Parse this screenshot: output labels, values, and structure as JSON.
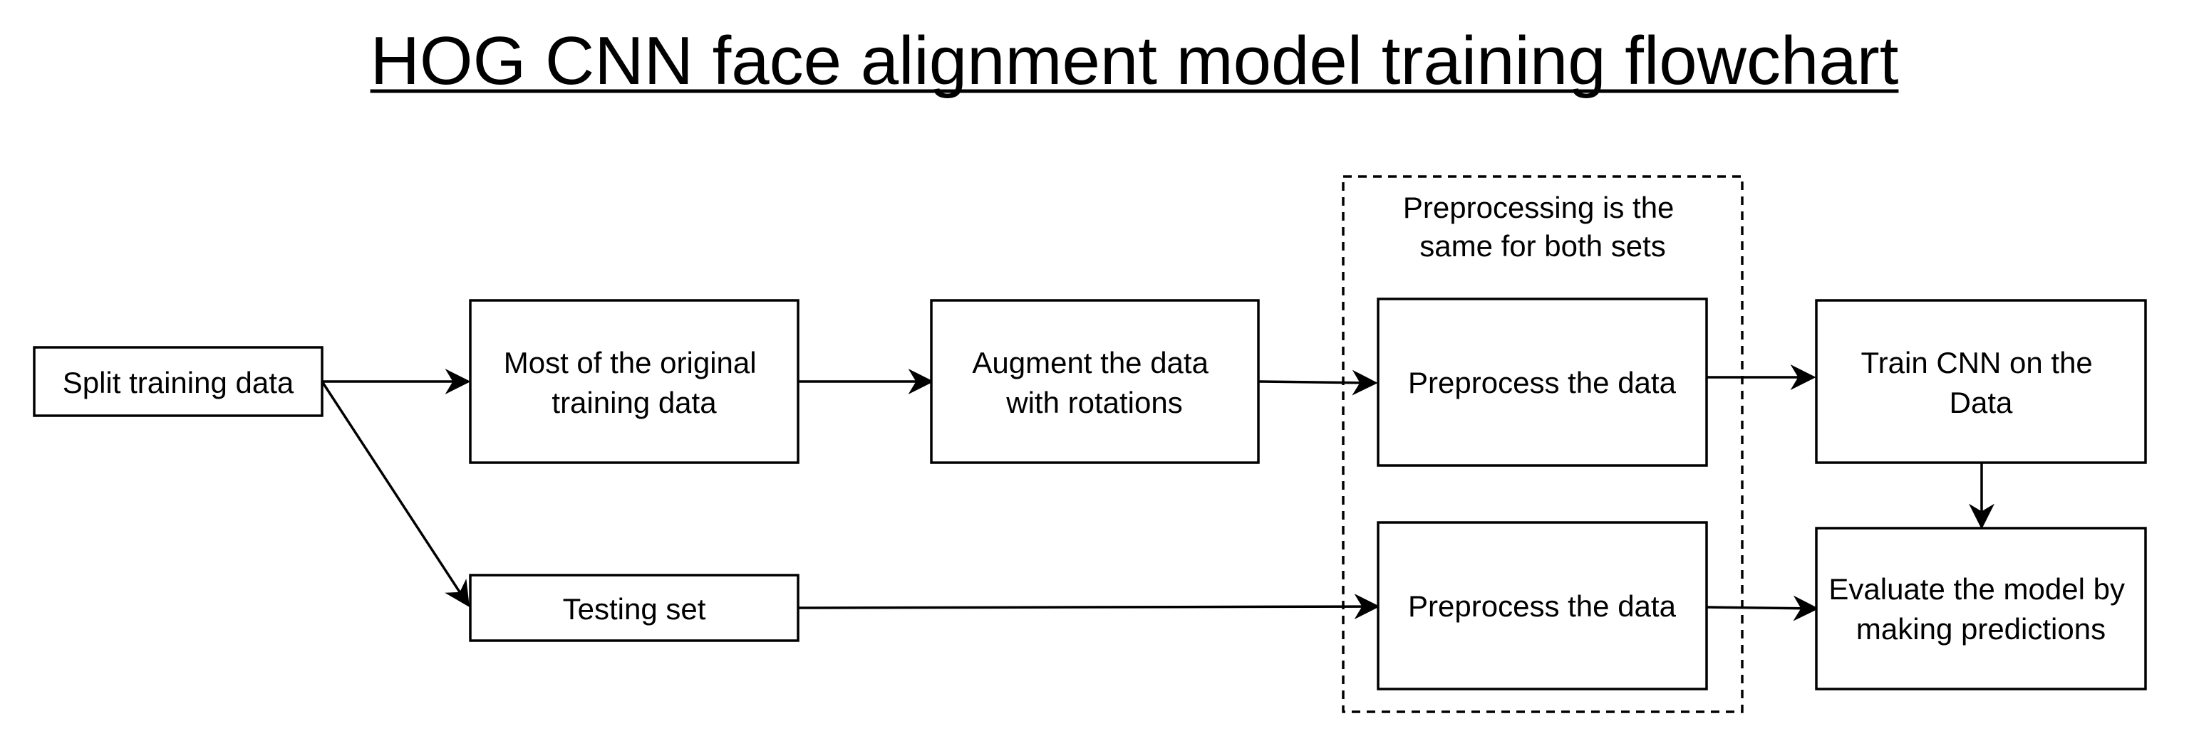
{
  "title": "HOG CNN face alignment model training flowchart",
  "group_note": [
    "Preprocessing is the",
    "same for both sets"
  ],
  "nodes": {
    "split": [
      "Split training data"
    ],
    "original": [
      "Most of the original",
      "training data"
    ],
    "augment": [
      "Augment the data",
      "with rotations"
    ],
    "pre_top": [
      "Preprocess the data"
    ],
    "train": [
      "Train CNN on the",
      "Data"
    ],
    "testing": [
      "Testing set"
    ],
    "pre_bottom": [
      "Preprocess the data"
    ],
    "evaluate": [
      "Evaluate the model by",
      "making predictions"
    ]
  }
}
